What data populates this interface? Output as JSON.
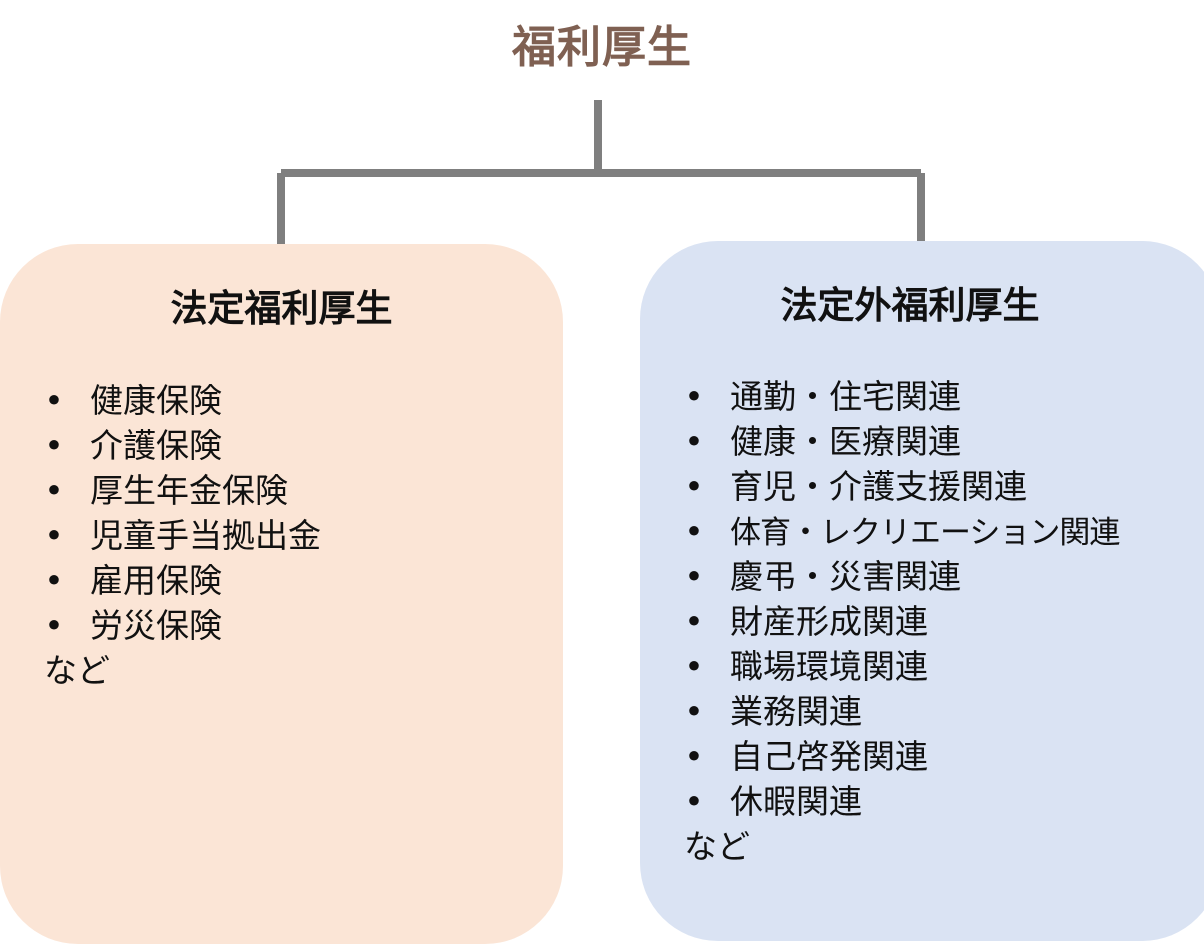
{
  "root": {
    "title": "福利厚生",
    "title_color": "#7F6052"
  },
  "connector_color": "#7F7F7F",
  "branches": {
    "statutory": {
      "title": "法定福利厚生",
      "fill": "#FBE5D6",
      "items": [
        "健康保険",
        "介護保険",
        "厚生年金保険",
        "児童手当拠出金",
        "雇用保険",
        "労災保険"
      ],
      "tail": "など"
    },
    "non_statutory": {
      "title": "法定外福利厚生",
      "fill": "#DAE3F3",
      "items": [
        "通勤・住宅関連",
        "健康・医療関連",
        "育児・介護支援関連",
        "体育・レクリエーション関連",
        "慶弔・災害関連",
        "財産形成関連",
        "職場環境関連",
        "業務関連",
        "自己啓発関連",
        "休暇関連"
      ],
      "tail": "など"
    }
  },
  "bullet": "•"
}
